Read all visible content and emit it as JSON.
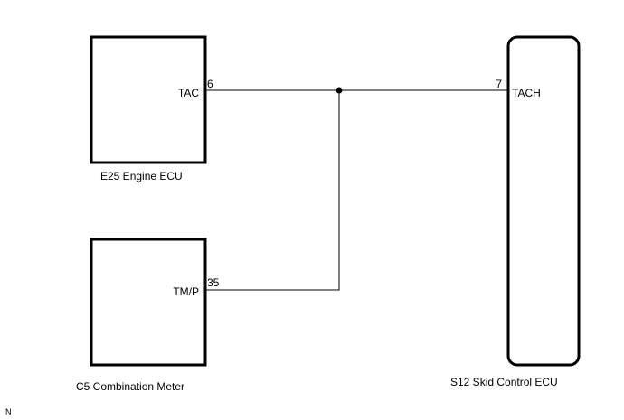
{
  "colors": {
    "stroke": "#000000",
    "background": "#ffffff"
  },
  "components": {
    "engine_ecu": {
      "label": "E25  Engine ECU",
      "terminal": "TAC",
      "pin": "6"
    },
    "combination_meter": {
      "label": "C5   Combination Meter",
      "terminal": "TM/P",
      "pin": "35"
    },
    "skid_control_ecu": {
      "label": "S12  Skid Control ECU",
      "terminal": "TACH",
      "pin": "7"
    }
  },
  "corner_mark": "N"
}
